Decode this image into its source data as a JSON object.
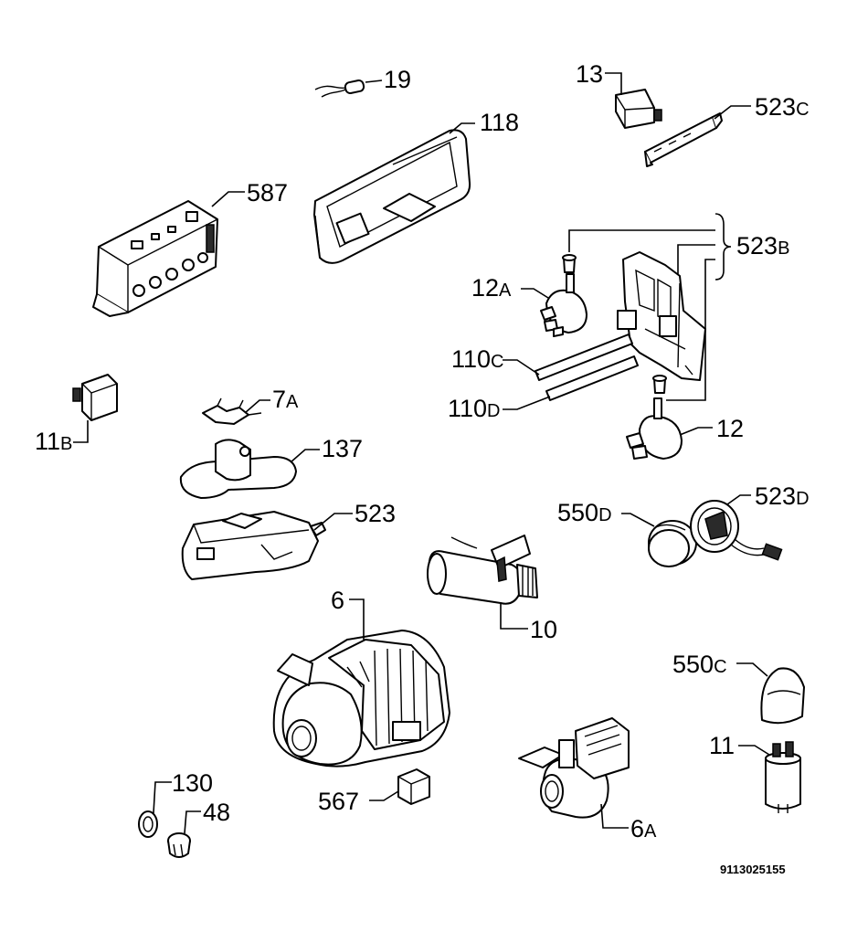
{
  "labels": {
    "l19": "19",
    "l118": "118",
    "l13": "13",
    "l523c_num": "523",
    "l523c_sfx": "C",
    "l587": "587",
    "l523b_num": "523",
    "l523b_sfx": "B",
    "l12a_num": "12",
    "l12a_sfx": "A",
    "l110c_num": "110",
    "l110c_sfx": "C",
    "l110d_num": "110",
    "l110d_sfx": "D",
    "l11b_num": "11",
    "l11b_sfx": "B",
    "l7a_num": "7",
    "l7a_sfx": "A",
    "l137": "137",
    "l12": "12",
    "l523": "523",
    "l550d_num": "550",
    "l550d_sfx": "D",
    "l523d_num": "523",
    "l523d_sfx": "D",
    "l6": "6",
    "l10": "10",
    "l550c_num": "550",
    "l550c_sfx": "C",
    "l11": "11",
    "l130": "130",
    "l48": "48",
    "l567": "567",
    "l6a_num": "6",
    "l6a_sfx": "A"
  },
  "diagram_code": "9113025155"
}
